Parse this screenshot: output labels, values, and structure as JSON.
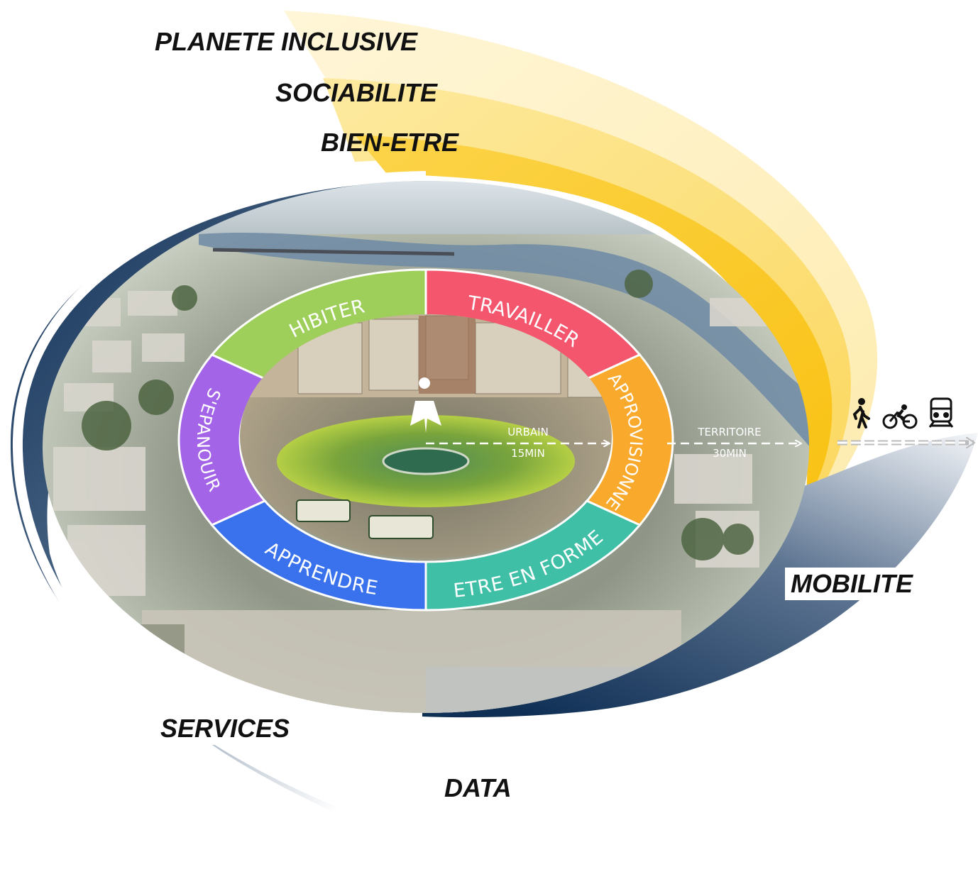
{
  "outer_labels": {
    "planete_inclusive": "PLANETE INCLUSIVE",
    "sociabilite": "SOCIABILITE",
    "bien_etre": "BIEN-ETRE",
    "mobilite": "MOBILITE",
    "services": "SERVICES",
    "data": "DATA"
  },
  "ring_segments": [
    {
      "label": "HIBITER",
      "color": "#9ecf5a"
    },
    {
      "label": "TRAVAILLER",
      "color": "#f4566e"
    },
    {
      "label": "S'APPROVISIONNER",
      "color": "#f9a92c"
    },
    {
      "label": "ETRE EN FORME",
      "color": "#3fbfa6"
    },
    {
      "label": "APPRENDRE",
      "color": "#3a72ee"
    },
    {
      "label": "S'EPANOUIR",
      "color": "#a464e8"
    }
  ],
  "distances": {
    "urbain": "URBAIN",
    "urbain_time": "15MIN",
    "territoire": "TERRITOIRE",
    "territoire_time": "30MIN"
  },
  "mobility_icons": [
    "walking-person-icon",
    "bicycle-icon",
    "train-icon"
  ],
  "colors": {
    "gold": "#fbc81c",
    "gold_light": "#fde9a0",
    "navy": "#14345a"
  }
}
